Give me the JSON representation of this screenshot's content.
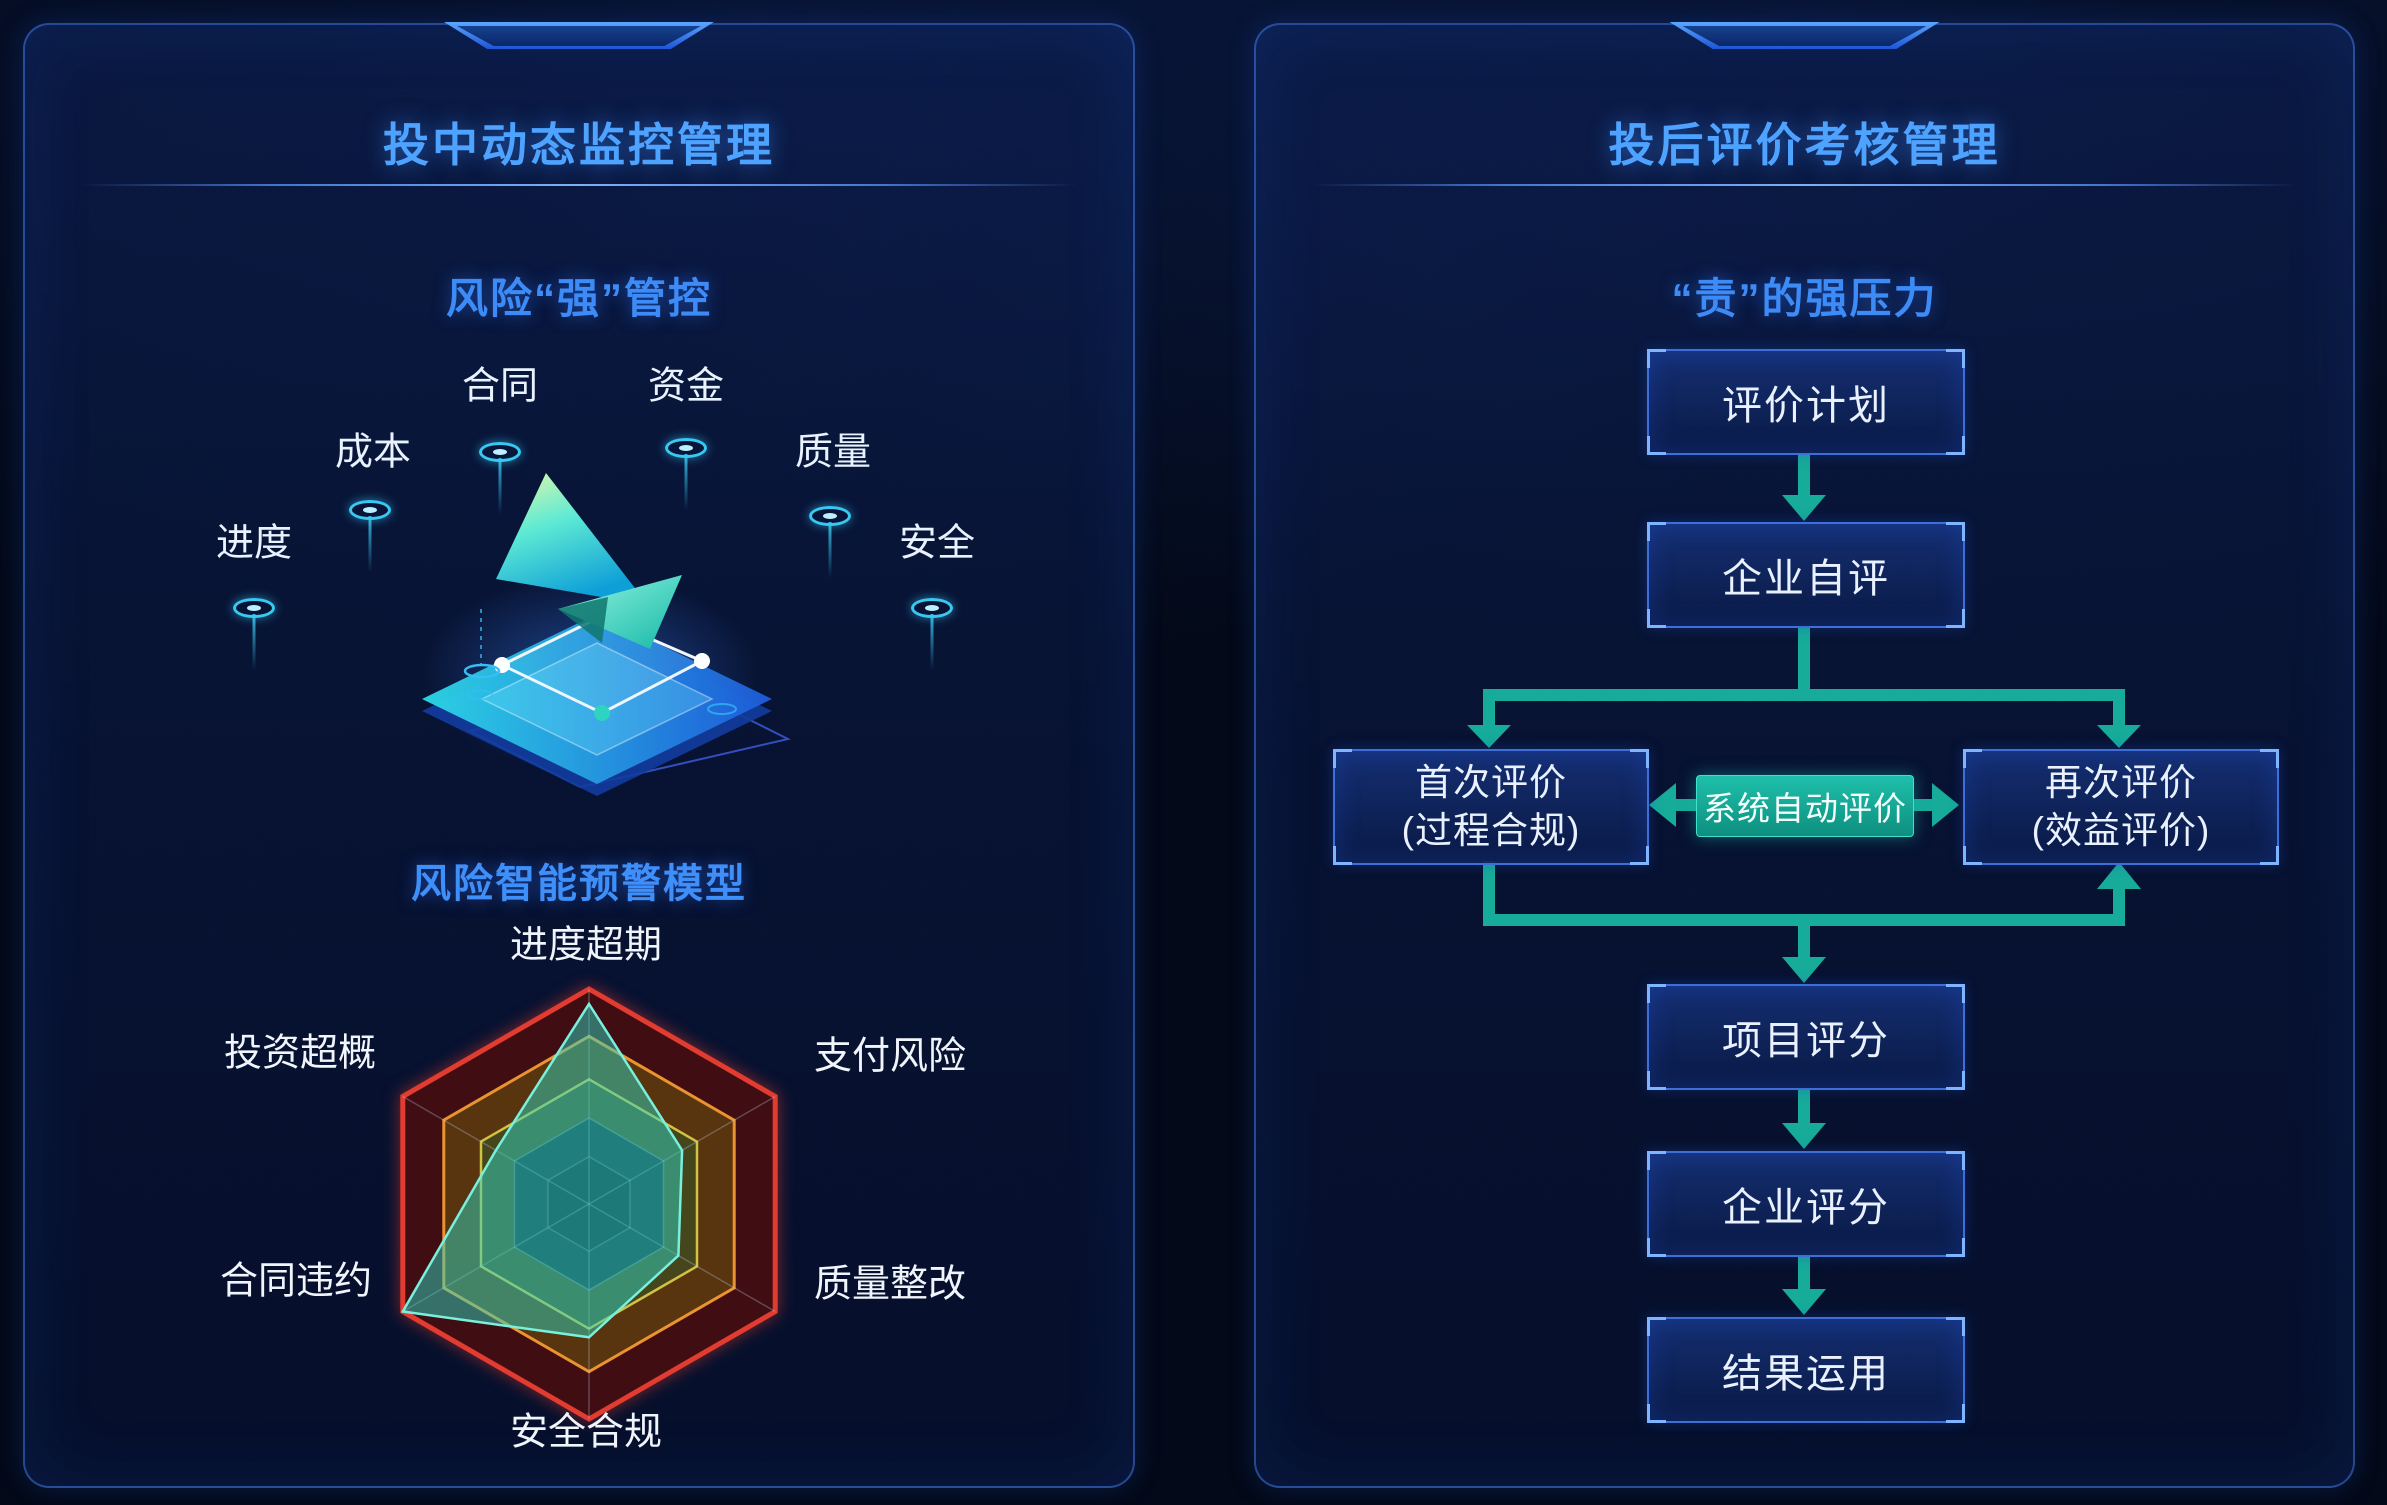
{
  "colors": {
    "background": "#030918",
    "accent_blue": "#4da3ff",
    "panel_border_blue": "#407ae6",
    "arrow_teal": "#17ab99",
    "beacon_cyan": "#39c8f2",
    "radar_outer_ring": "#e23b30",
    "radar_mid_ring": "#ea9430",
    "radar_inner_ring": "#d2c244",
    "radar_data_fill": "#2dd4bf"
  },
  "left_panel": {
    "title": "投中动态监控管理",
    "subtitle": "风险“强”管控",
    "risk_factors": [
      "合同",
      "资金",
      "成本",
      "质量",
      "进度",
      "安全"
    ]
  },
  "right_panel": {
    "title": "投后评价考核管理",
    "subtitle": "“责”的强压力",
    "flow": {
      "step_plan": "评价计划",
      "step_self": "企业自评",
      "first_eval_line1": "首次评价",
      "first_eval_line2": "(过程合规)",
      "auto_eval": "系统自动评价",
      "second_eval_line1": "再次评价",
      "second_eval_line2": "(效益评价)",
      "step_project_score": "项目评分",
      "step_company_score": "企业评分",
      "step_result": "结果运用"
    }
  },
  "chart_data": {
    "type": "radar",
    "title": "风险智能预警模型",
    "categories": [
      "进度超期",
      "支付风险",
      "质量整改",
      "安全合规",
      "合同违约",
      "投资超概"
    ],
    "values": [
      0.93,
      0.5,
      0.48,
      0.62,
      1.0,
      0.5
    ],
    "axis_max": 1,
    "ring_scales": [
      1,
      0.78,
      0.58,
      0.4,
      0.22
    ],
    "ring_colors": [
      "#e23b30",
      "#ea9430",
      "#d2c244"
    ],
    "data_color": "#2dd4bf",
    "legend_position": "none",
    "grid": true
  }
}
